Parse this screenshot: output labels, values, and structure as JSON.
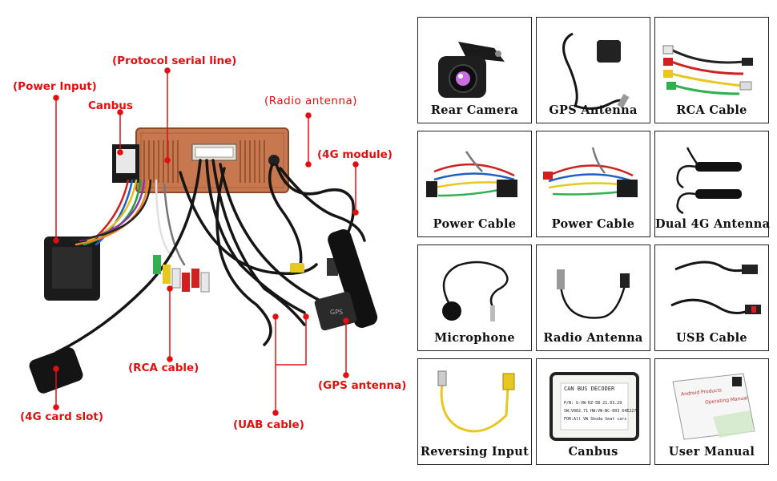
{
  "callouts": {
    "protocol": "(Protocol serial line)",
    "power_input": "(Power Input)",
    "canbus": "Canbus",
    "radio_antenna": "(Radio antenna)",
    "module_4g": "(4G module)",
    "rca": "(RCA cable)",
    "gps": "(GPS antenna)",
    "card_slot": "(4G card slot)",
    "uab": "(UAB cable)"
  },
  "accessories": [
    {
      "caption": "Rear Camera",
      "icon": "rear-camera-icon"
    },
    {
      "caption": "GPS Antenna",
      "icon": "gps-antenna-icon"
    },
    {
      "caption": "RCA Cable",
      "icon": "rca-cable-icon"
    },
    {
      "caption": "Power Cable",
      "icon": "power-cable-icon"
    },
    {
      "caption": "Power Cable",
      "icon": "power-cable-icon"
    },
    {
      "caption": "Dual 4G Antenna",
      "icon": "dual-4g-antenna-icon"
    },
    {
      "caption": "Microphone",
      "icon": "microphone-icon"
    },
    {
      "caption": "Radio Antenna",
      "icon": "radio-antenna-icon"
    },
    {
      "caption": "USB Cable",
      "icon": "usb-cable-icon"
    },
    {
      "caption": "Reversing Input",
      "icon": "reversing-input-icon"
    },
    {
      "caption": "Canbus",
      "icon": "canbus-decoder-icon"
    },
    {
      "caption": "User Manual",
      "icon": "user-manual-icon"
    }
  ],
  "decoder_label": {
    "title": "CAN BUS DECODER",
    "line1": "P/N: G-VW-RZ-5B   21.03.29",
    "line2": "SW:V002.71 HW:VW-NC-003 64E227",
    "line3": "FOR:All VW Skoda Seat cars"
  },
  "manual_cover": {
    "title": "Android Products",
    "subtitle": "Operating Manual"
  },
  "colors": {
    "callout_red": "#e01010",
    "unit_copper": "#c8784f",
    "cable_black": "#151515"
  }
}
